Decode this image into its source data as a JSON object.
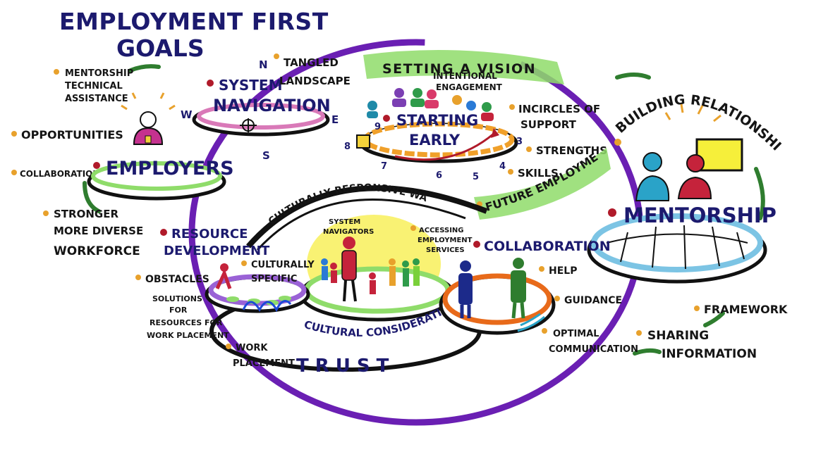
{
  "title_line1": "EMPLOYMENT FIRST",
  "title_line2": "GOALS",
  "employers": {
    "heading": "EMPLOYERS",
    "mentorship_ta_1": "MENTORSHIP",
    "mentorship_ta_2": "TECHNICAL",
    "mentorship_ta_3": "ASSISTANCE",
    "opportunities": "OPPORTUNITIES",
    "collaboration": "COLLABORATION",
    "stronger_1": "STRONGER",
    "stronger_2": "MORE DIVERSE",
    "stronger_3": "WORKFORCE"
  },
  "system_navigation": {
    "heading_1": "SYSTEM",
    "heading_2": "NAVIGATION",
    "tangled_1": "TANGLED",
    "tangled_2": "LANDSCAPE",
    "compass_n": "N",
    "compass_s": "S",
    "compass_e": "E",
    "compass_w": "W"
  },
  "vision": {
    "setting": "SETTING A VISION",
    "intentional_1": "INTENTIONAL",
    "intentional_2": "ENGAGEMENT",
    "starting_1": "STARTING",
    "starting_2": "EARLY",
    "incircles_1": "INCIRCLES OF",
    "incircles_2": "SUPPORT",
    "strengths": "STRENGTHS",
    "skills": "SKILLS",
    "future": "FUTURE EMPLOYMENT",
    "num_9": "9",
    "num_8": "8",
    "num_7": "7",
    "num_6": "6",
    "num_5": "5",
    "num_4": "4",
    "num_3": "3"
  },
  "relationships": {
    "heading": "BUILDING RELATIONSHIPS",
    "mentorship": "MENTORSHIP",
    "framework": "FRAMEWORK",
    "sharing_1": "SHARING",
    "sharing_2": "INFORMATION"
  },
  "center": {
    "culturally_responsive": "CULTURALLY RESPONSIVE WAY",
    "system_nav_1": "SYSTEM",
    "system_nav_2": "NAVIGATORS",
    "accessing_1": "ACCESSING",
    "accessing_2": "EMPLOYMENT",
    "accessing_3": "SERVICES",
    "cultural_considerations": "CULTURAL CONSIDERATIONS",
    "trust": "TRUST"
  },
  "resource": {
    "heading_1": "RESOURCE",
    "heading_2": "DEVELOPMENT",
    "obstacles": "OBSTACLES",
    "culturally_1": "CULTURALLY",
    "culturally_2": "SPECIFIC",
    "solutions_1": "SOLUTIONS",
    "solutions_2": "FOR",
    "solutions_3": "RESOURCES FOR",
    "solutions_4": "WORK PLACEMENT",
    "work_1": "WORK",
    "work_2": "PLACEMENT"
  },
  "collab": {
    "heading": "COLLABORATION",
    "help": "HELP",
    "guidance": "GUIDANCE",
    "optimal_1": "OPTIMAL",
    "optimal_2": "COMMUNICATION"
  },
  "colors": {
    "navy": "#1c1a6e",
    "purple": "#6a1fb3",
    "green": "#7ad03a",
    "orange": "#e8a12c",
    "red": "#b01a2a"
  }
}
